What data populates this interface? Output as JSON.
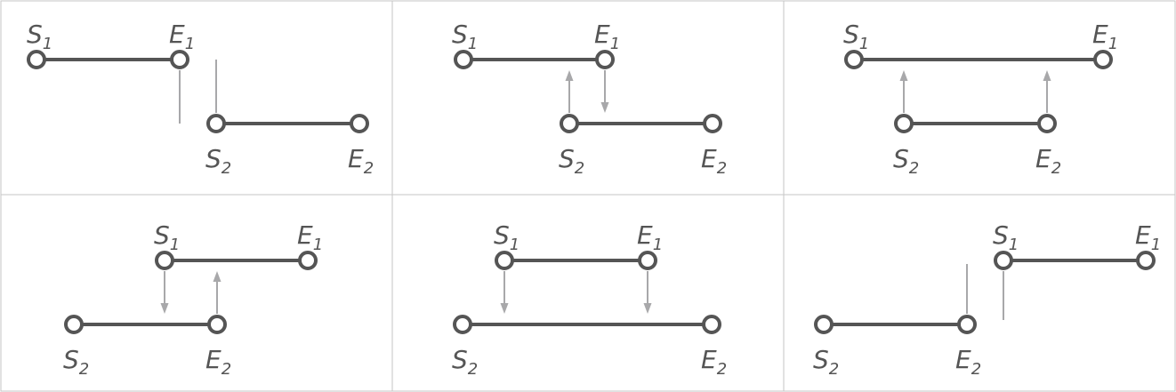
{
  "labels": {
    "s1": "S",
    "s1_sub": "1",
    "e1": "E",
    "e1_sub": "1",
    "s2": "S",
    "s2_sub": "2",
    "e2": "E",
    "e2_sub": "2"
  },
  "colors": {
    "segment": "#555555",
    "node_fill": "#ffffff",
    "connector": "#a8a8aa",
    "grid": "#c6c6c6"
  },
  "panels": [
    {
      "id": "panel-1",
      "connectors": [
        "tick-up",
        "tick-down"
      ]
    },
    {
      "id": "panel-2",
      "connectors": [
        "arrow-up",
        "arrow-down"
      ]
    },
    {
      "id": "panel-3",
      "connectors": [
        "arrow-up",
        "arrow-up"
      ]
    },
    {
      "id": "panel-4",
      "connectors": [
        "arrow-down",
        "arrow-up"
      ]
    },
    {
      "id": "panel-5",
      "connectors": [
        "arrow-down",
        "arrow-down"
      ]
    },
    {
      "id": "panel-6",
      "connectors": [
        "tick-up",
        "tick-down"
      ]
    }
  ]
}
